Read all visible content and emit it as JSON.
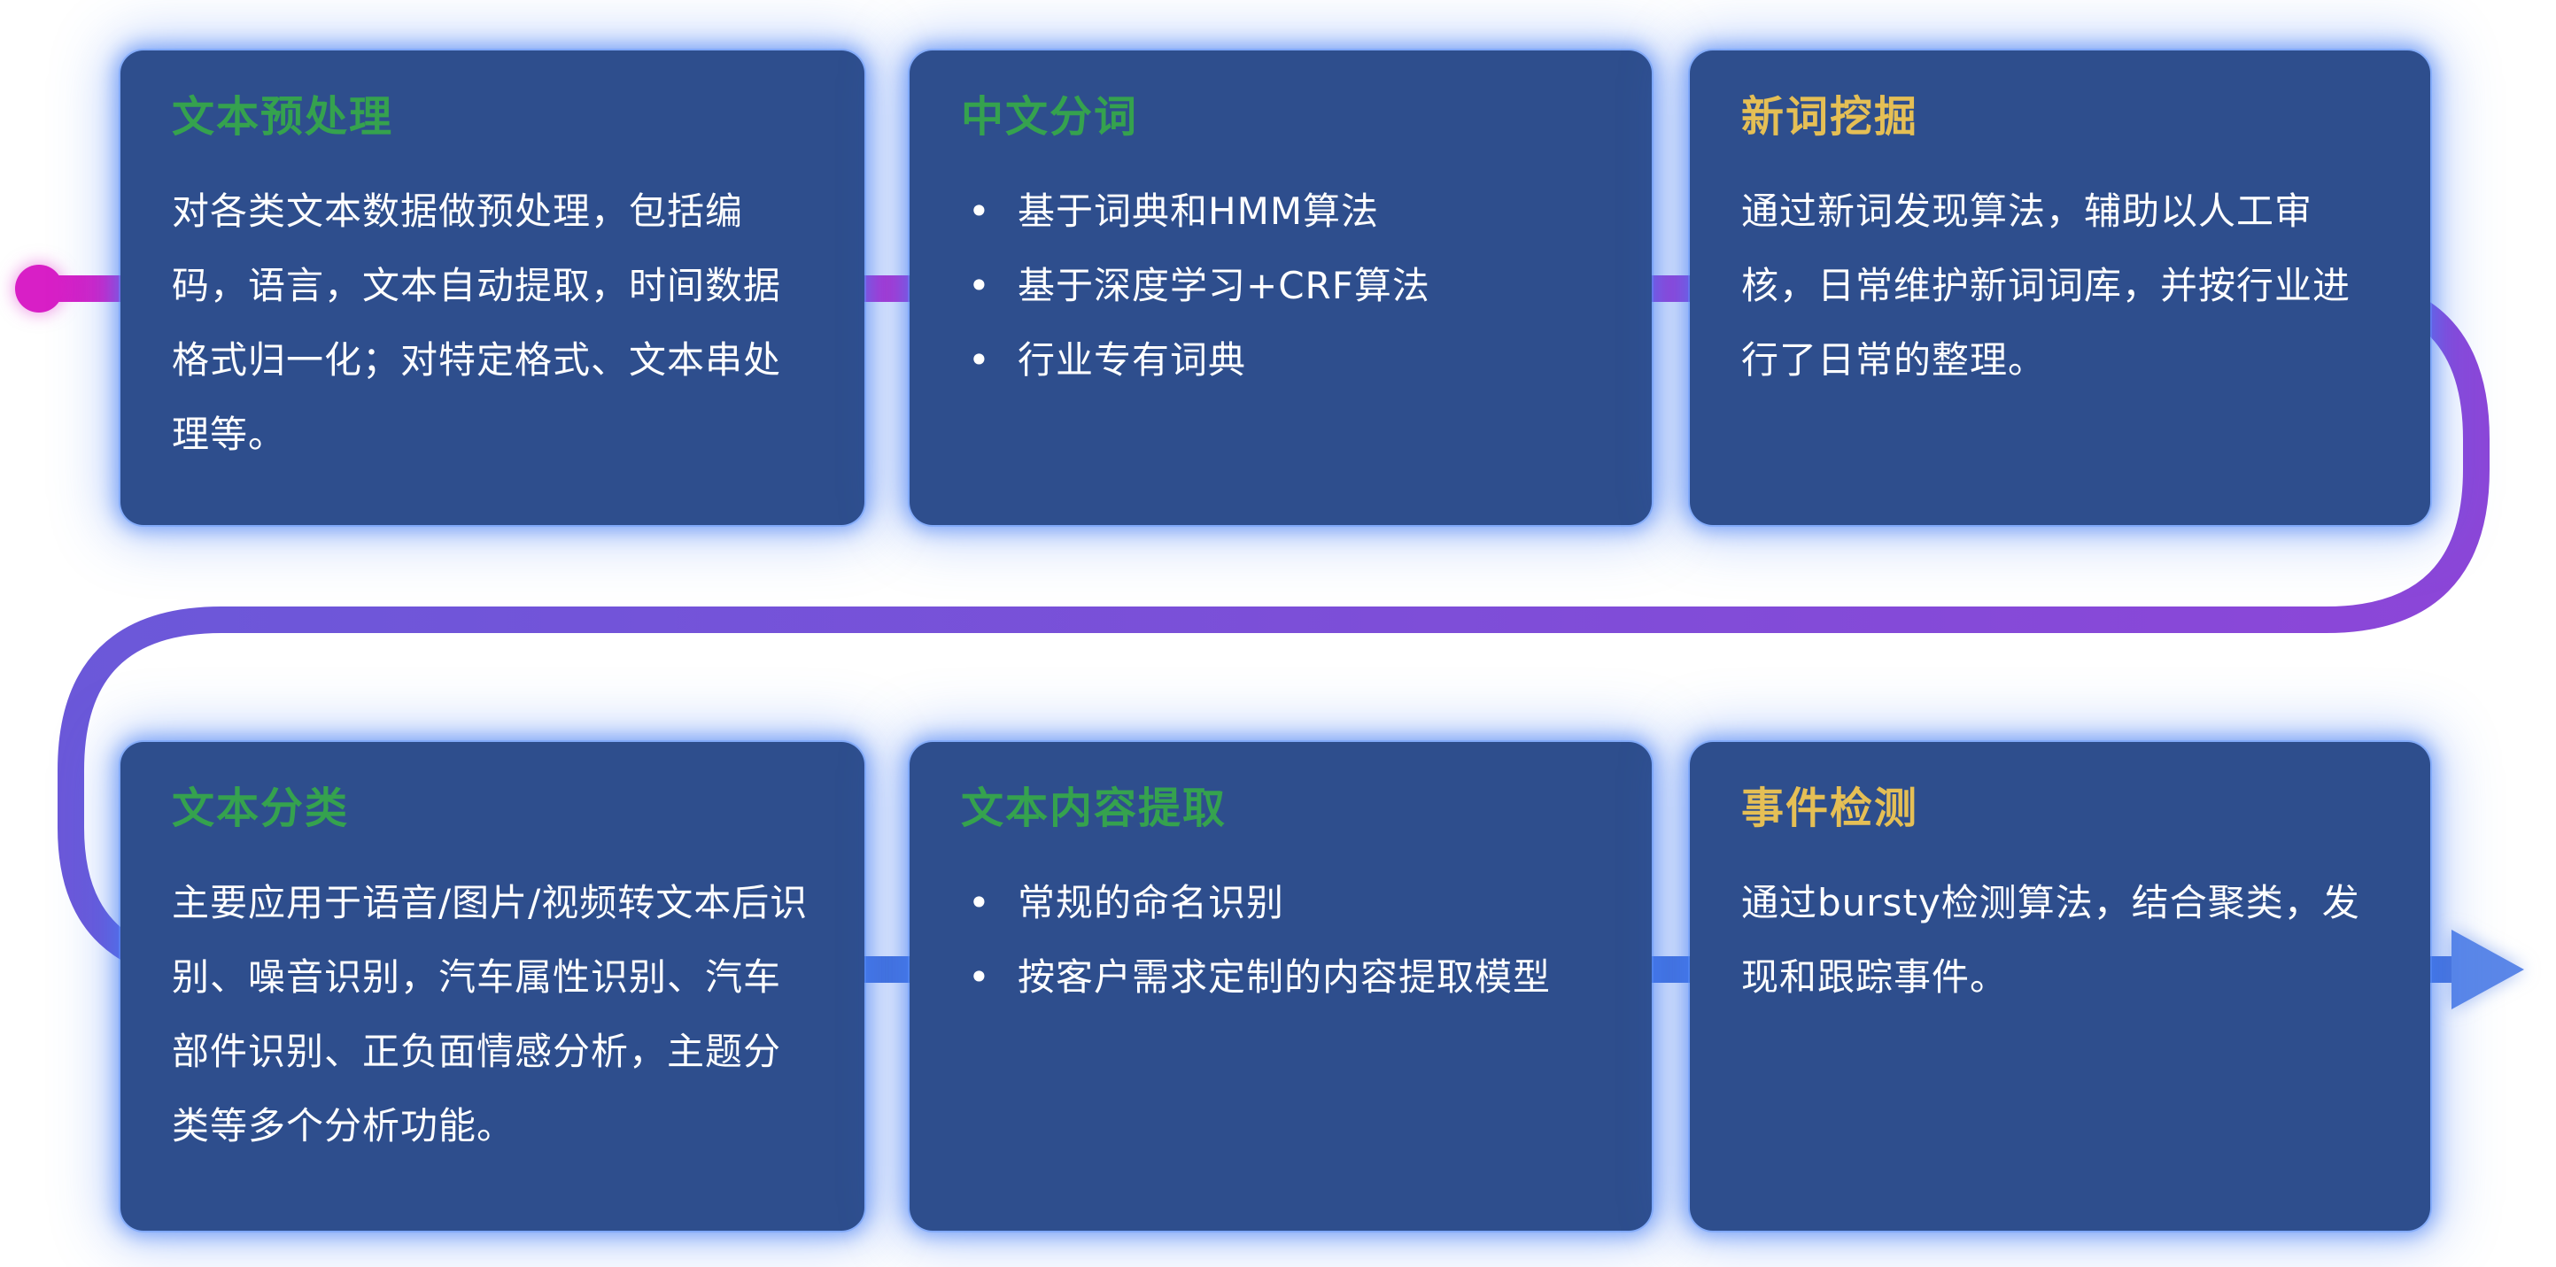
{
  "colors": {
    "card_bg": "#2e4e8d",
    "glow_blue": "#427bf4",
    "title_green": "#35a24e",
    "title_gold": "#e5bf55",
    "body_text": "#ffffff",
    "magenta": "#d81fc6",
    "magenta_purple": "#b331cf",
    "purple": "#8c46d8",
    "violet": "#6b58d9",
    "blue": "#4571da",
    "blue_light": "#5b87e8"
  },
  "flow": {
    "start_marker": "flow-start-dot",
    "end_marker": "flow-arrow"
  },
  "cards": [
    {
      "title": "文本预处理",
      "title_color": "#35a24e",
      "body": "对各类文本数据做预处理，包括编码，语言，文本自动提取，时间数据格式归一化；对特定格式、文本串处理等。",
      "bullets": []
    },
    {
      "title": "中文分词",
      "title_color": "#35a24e",
      "body": "",
      "bullets": [
        "基于词典和HMM算法",
        "基于深度学习+CRF算法",
        "行业专有词典"
      ]
    },
    {
      "title": "新词挖掘",
      "title_color": "#e5bf55",
      "body": "通过新词发现算法，辅助以人工审核，日常维护新词词库，并按行业进行了日常的整理。",
      "bullets": []
    },
    {
      "title": "文本分类",
      "title_color": "#35a24e",
      "body": "主要应用于语音/图片/视频转文本后识别、噪音识别，汽车属性识别、汽车部件识别、正负面情感分析，主题分类等多个分析功能。",
      "bullets": []
    },
    {
      "title": "文本内容提取",
      "title_color": "#35a24e",
      "body": "",
      "bullets": [
        "常规的命名识别",
        "按客户需求定制的内容提取模型"
      ]
    },
    {
      "title": "事件检测",
      "title_color": "#e5bf55",
      "body": "通过bursty检测算法，结合聚类，发现和跟踪事件。",
      "bullets": []
    }
  ]
}
